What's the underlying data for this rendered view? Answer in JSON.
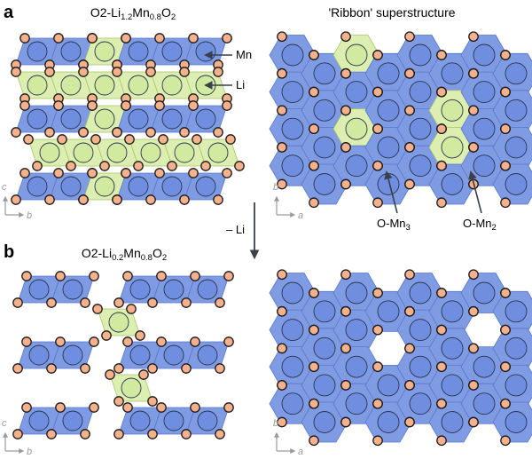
{
  "panel_a": {
    "letter": "a",
    "left_title": {
      "pre": "O2-Li",
      "s1": "1.2",
      "mid": "Mn",
      "s2": "0.8",
      "tail": "O",
      "s3": "2"
    },
    "right_title": "'Ribbon' superstructure",
    "label_mn": "Mn",
    "label_li": "Li",
    "label_omn3": {
      "pre": "O-Mn",
      "sub": "3"
    },
    "label_omn2": {
      "pre": "O-Mn",
      "sub": "2"
    },
    "left_axes": {
      "vertical": "c",
      "horizontal": "b"
    },
    "right_axes": {
      "vertical": "b",
      "horizontal": "a"
    }
  },
  "delithiation_label": "– Li",
  "panel_b": {
    "letter": "b",
    "left_title": {
      "pre": "O2-Li",
      "s1": "0.2",
      "mid": "Mn",
      "s2": "0.8",
      "tail": "O",
      "s3": "2"
    },
    "left_axes": {
      "vertical": "c",
      "horizontal": "b"
    },
    "right_axes": {
      "vertical": "b",
      "horizontal": "a"
    }
  },
  "colors": {
    "mn_polyhedron": "#7f9be3",
    "mn_polyhedron_edge": "#5a77c9",
    "li_polyhedron": "#dcefb0",
    "li_polyhedron_edge": "#a8c46e",
    "oxygen": "#f5b08c",
    "oxygen_edge": "#1a1a1a",
    "axis": "#9a9a9a",
    "arrow": "#3a3f4a"
  }
}
